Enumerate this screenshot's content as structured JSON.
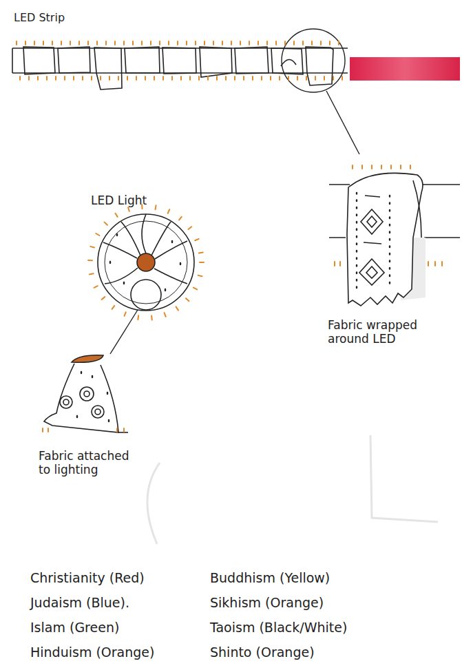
{
  "diagram": {
    "labels": [
      "LED Strip",
      "LED Light",
      "Fabric wrapped around LED",
      "Fabric attached to lighting",
      "Christianity (Red)",
      "Buddhism (Yellow)",
      "Judaism (Blue).",
      "Sikhism (Orange)",
      "Islam (Green)",
      "Taoism (Black/White)",
      "Hinduism (Orange)",
      "Shinto (Orange)"
    ]
  }
}
